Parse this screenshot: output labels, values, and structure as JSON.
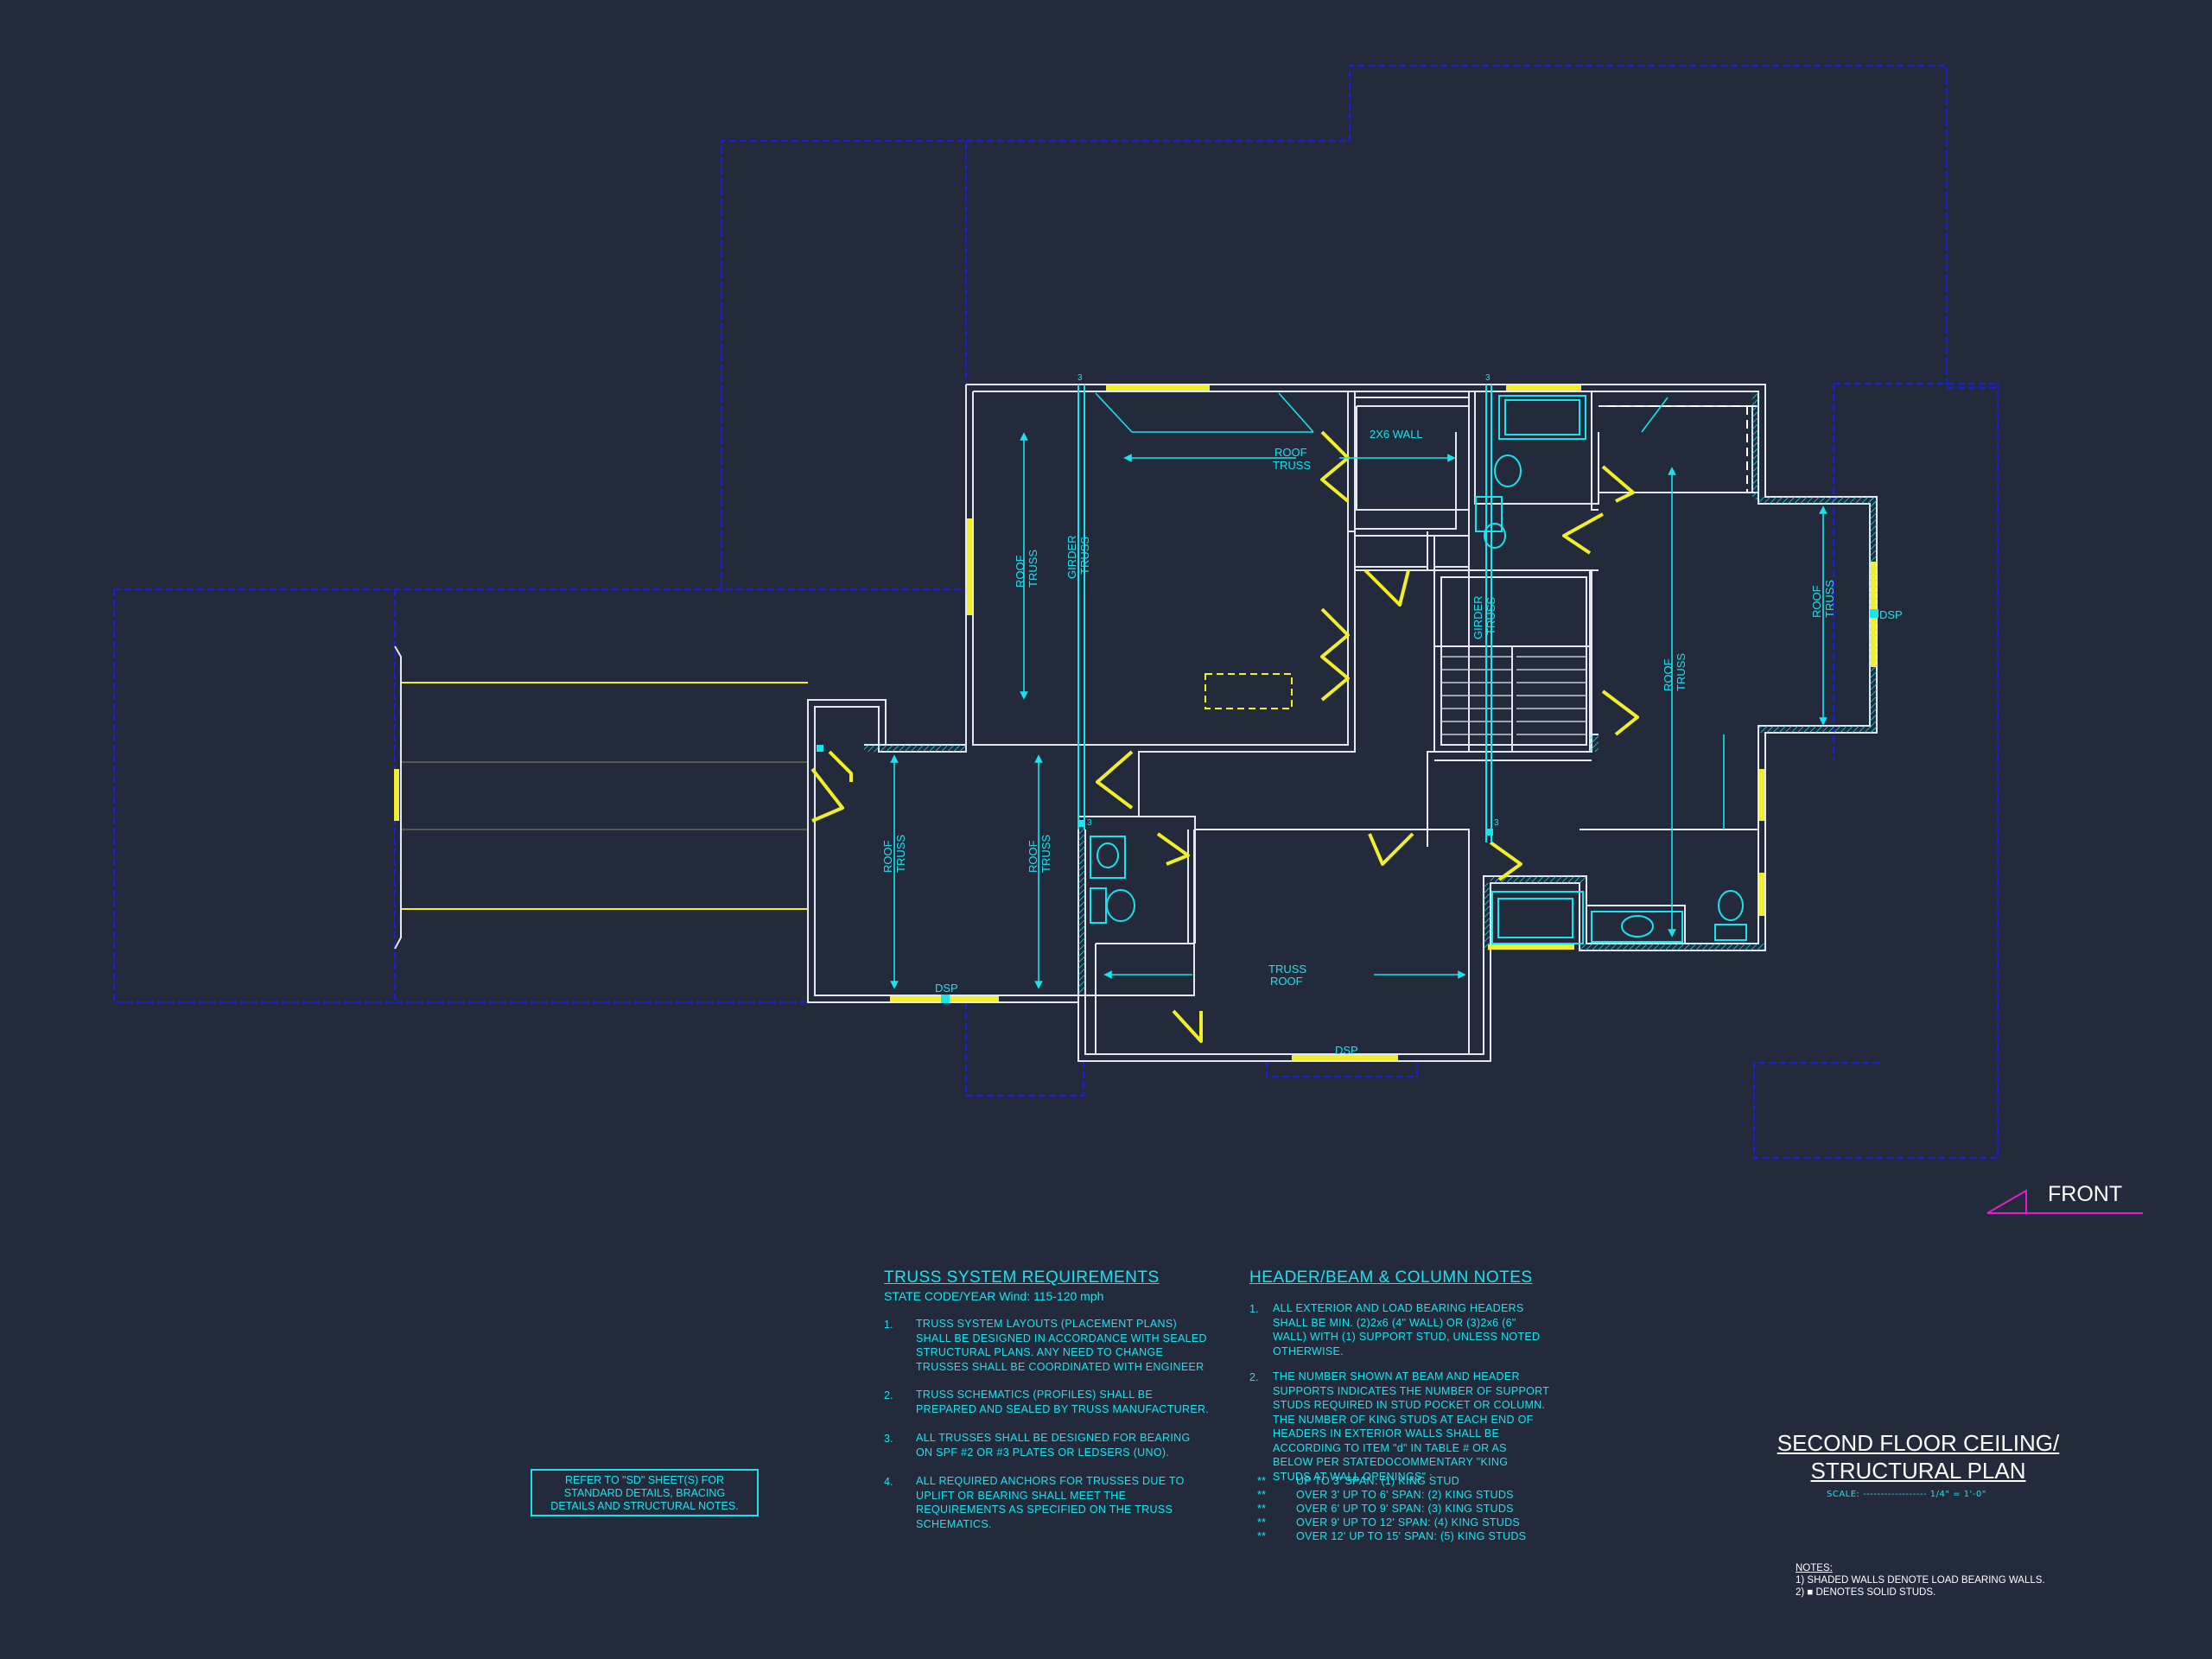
{
  "plan_labels": {
    "roof_truss": "ROOF TRUSS",
    "roof": "ROOF",
    "truss": "TRUSS",
    "girder": "GIRDER",
    "wall_2x6": "2X6 WALL",
    "dsp": "DSP",
    "stud_count": "3"
  },
  "truss_requirements": {
    "heading": "TRUSS SYSTEM REQUIREMENTS",
    "subheading": "STATE CODE/YEAR Wind: 115-120 mph",
    "items": [
      {
        "num": "1.",
        "text": "TRUSS SYSTEM LAYOUTS (PLACEMENT PLANS)\nSHALL BE DESIGNED IN ACCORDANCE WITH SEALED\nSTRUCTURAL PLANS. ANY NEED TO  CHANGE\nTRUSSES SHALL BE COORDINATED  WITH ENGINEER"
      },
      {
        "num": "2.",
        "text": "TRUSS SCHEMATICS (PROFILES) SHALL BE\nPREPARED AND SEALED BY TRUSS  MANUFACTURER."
      },
      {
        "num": "3.",
        "text": "ALL TRUSSES SHALL BE DESIGNED FOR  BEARING\nON SPF #2 OR #3 PLATES OR LEDSERS  (UNO)."
      },
      {
        "num": "4.",
        "text": "ALL REQUIRED ANCHORS FOR TRUSSES DUE  TO\nUPLIFT OR BEARING SHALL MEET THE\nREQUIREMENTS AS SPECIFIED ON THE TRUSS\nSCHEMATICS."
      }
    ]
  },
  "header_notes": {
    "heading": "HEADER/BEAM & COLUMN NOTES",
    "items": [
      {
        "num": "1.",
        "text": "ALL EXTERIOR AND LOAD BEARING HEADERS\nSHALL BE MIN. (2)2x6 (4\" WALL) OR (3)2x6 (6\"\nWALL) WITH (1) SUPPORT STUD, UNLESS NOTED\nOTHERWISE."
      },
      {
        "num": "2.",
        "text": "THE NUMBER SHOWN AT BEAM AND HEADER\nSUPPORTS INDICATES THE NUMBER OF SUPPORT\nSTUDS REQUIRED IN STUD POCKET OR COLUMN.\nTHE NUMBER OF KING STUDS AT EACH END OF\nHEADERS IN EXTERIOR WALLS SHALL BE\nACCORDING TO ITEM \"d\" IN TABLE # OR AS\nBELOW PER STATEDOCOMMENTARY \"KING\nSTUDS AT WALL OPENINGS\" :"
      }
    ],
    "spans": [
      "UP TO 3' SPAN: (1) KING STUD",
      "OVER 3' UP TO 6' SPAN: (2) KING STUDS",
      "OVER 6' UP TO 9' SPAN: (3) KING STUDS",
      "OVER 9' UP TO 12' SPAN: (4) KING STUDS",
      "OVER 12' UP TO 15' SPAN: (5) KING STUDS"
    ],
    "bullet": "**"
  },
  "reference_note": "REFER TO \"SD\"  SHEET(S) FOR\nSTANDARD DETAILS, BRACING\nDETAILS AND STRUCTURAL NOTES.",
  "title": {
    "line1": "SECOND FLOOR CEILING/",
    "line2": "STRUCTURAL PLAN",
    "scale": "SCALE: ------------------ 1/4\" = 1'-0\""
  },
  "notes": {
    "heading": "NOTES:",
    "line1": "1) SHADED WALLS DENOTE LOAD BEARING WALLS.",
    "line2": "2) ■ DENOTES SOLID STUDS."
  },
  "front_label": "FRONT",
  "colors": {
    "background": "#232a3b",
    "roof_outline": "#1a1fd8",
    "walls": "#e6e8f0",
    "cyan": "#18e4f0",
    "yellow": "#f2ee2a",
    "magenta": "#e020d0"
  }
}
